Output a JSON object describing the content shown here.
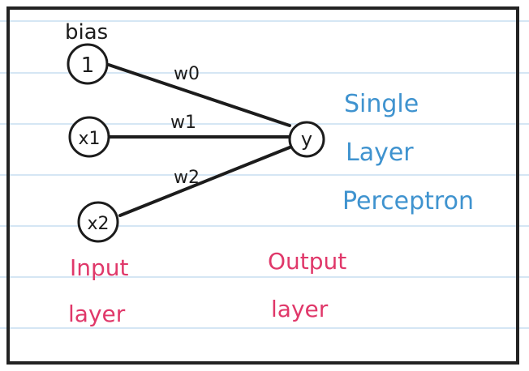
{
  "diagram": {
    "bias_label": "bias",
    "nodes": {
      "bias": "1",
      "x1": "x1",
      "x2": "x2",
      "output": "y"
    },
    "weights": {
      "w0": "w0",
      "w1": "w1",
      "w2": "w2"
    },
    "title_lines": [
      "Single",
      "Layer",
      "Perceptron"
    ],
    "input_layer_lines": [
      "Input",
      "layer"
    ],
    "output_layer_lines": [
      "Output",
      "layer"
    ]
  },
  "colors": {
    "ink": "#1c1c1c",
    "frame": "#222222",
    "notebook_rule": "#bcd8ee",
    "blue_text": "#3f93cf",
    "pink_text": "#e0386a"
  }
}
